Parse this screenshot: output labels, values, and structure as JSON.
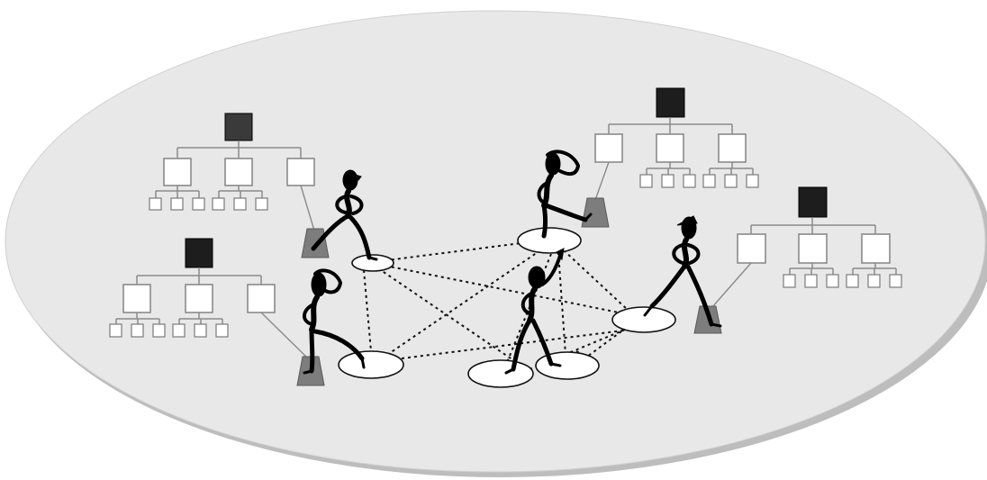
{
  "diagram": {
    "kind": "social-network-over-org-charts",
    "colors": {
      "background": "#ffffff",
      "ellipse_fill": "#e8e8e8",
      "ellipse_shadow": "#bdbdbd",
      "org_box_stroke": "#8a8a8a",
      "org_head_fill": "#1f1f1f",
      "desk_fill": "#7d7d7d",
      "figure_fill": "#000000",
      "network_link": "#111111"
    },
    "org_charts": [
      {
        "id": "org-top-left",
        "head_color": "#3a3a3a",
        "departments": 3,
        "leaves": [
          3,
          3,
          0
        ]
      },
      {
        "id": "org-bottom-left",
        "head_color": "#1d1d1d",
        "departments": 3,
        "leaves": [
          3,
          3,
          0
        ]
      },
      {
        "id": "org-top-right",
        "head_color": "#1d1d1d",
        "departments": 3,
        "leaves": [
          0,
          3,
          3
        ]
      },
      {
        "id": "org-right",
        "head_color": "#1d1d1d",
        "departments": 3,
        "leaves": [
          0,
          3,
          3
        ]
      }
    ],
    "people": [
      {
        "id": "person-1",
        "pose": "standing-hands-on-hips"
      },
      {
        "id": "person-2",
        "pose": "hand-on-head"
      },
      {
        "id": "person-3",
        "pose": "hand-on-head"
      },
      {
        "id": "person-4",
        "pose": "striding-pointing"
      },
      {
        "id": "person-5",
        "pose": "standing-hands-on-hips"
      }
    ],
    "network_links": [
      [
        "pad-1",
        "pad-2"
      ],
      [
        "pad-1",
        "pad-3"
      ],
      [
        "pad-1",
        "pad-4"
      ],
      [
        "pad-1",
        "pad-5"
      ],
      [
        "pad-2",
        "pad-3"
      ],
      [
        "pad-2",
        "pad-5"
      ],
      [
        "pad-2",
        "pad-6"
      ],
      [
        "pad-3",
        "pad-5"
      ],
      [
        "pad-3",
        "pad-6"
      ],
      [
        "pad-4",
        "pad-5"
      ],
      [
        "pad-4",
        "pad-6"
      ],
      [
        "pad-5",
        "pad-6"
      ]
    ]
  }
}
